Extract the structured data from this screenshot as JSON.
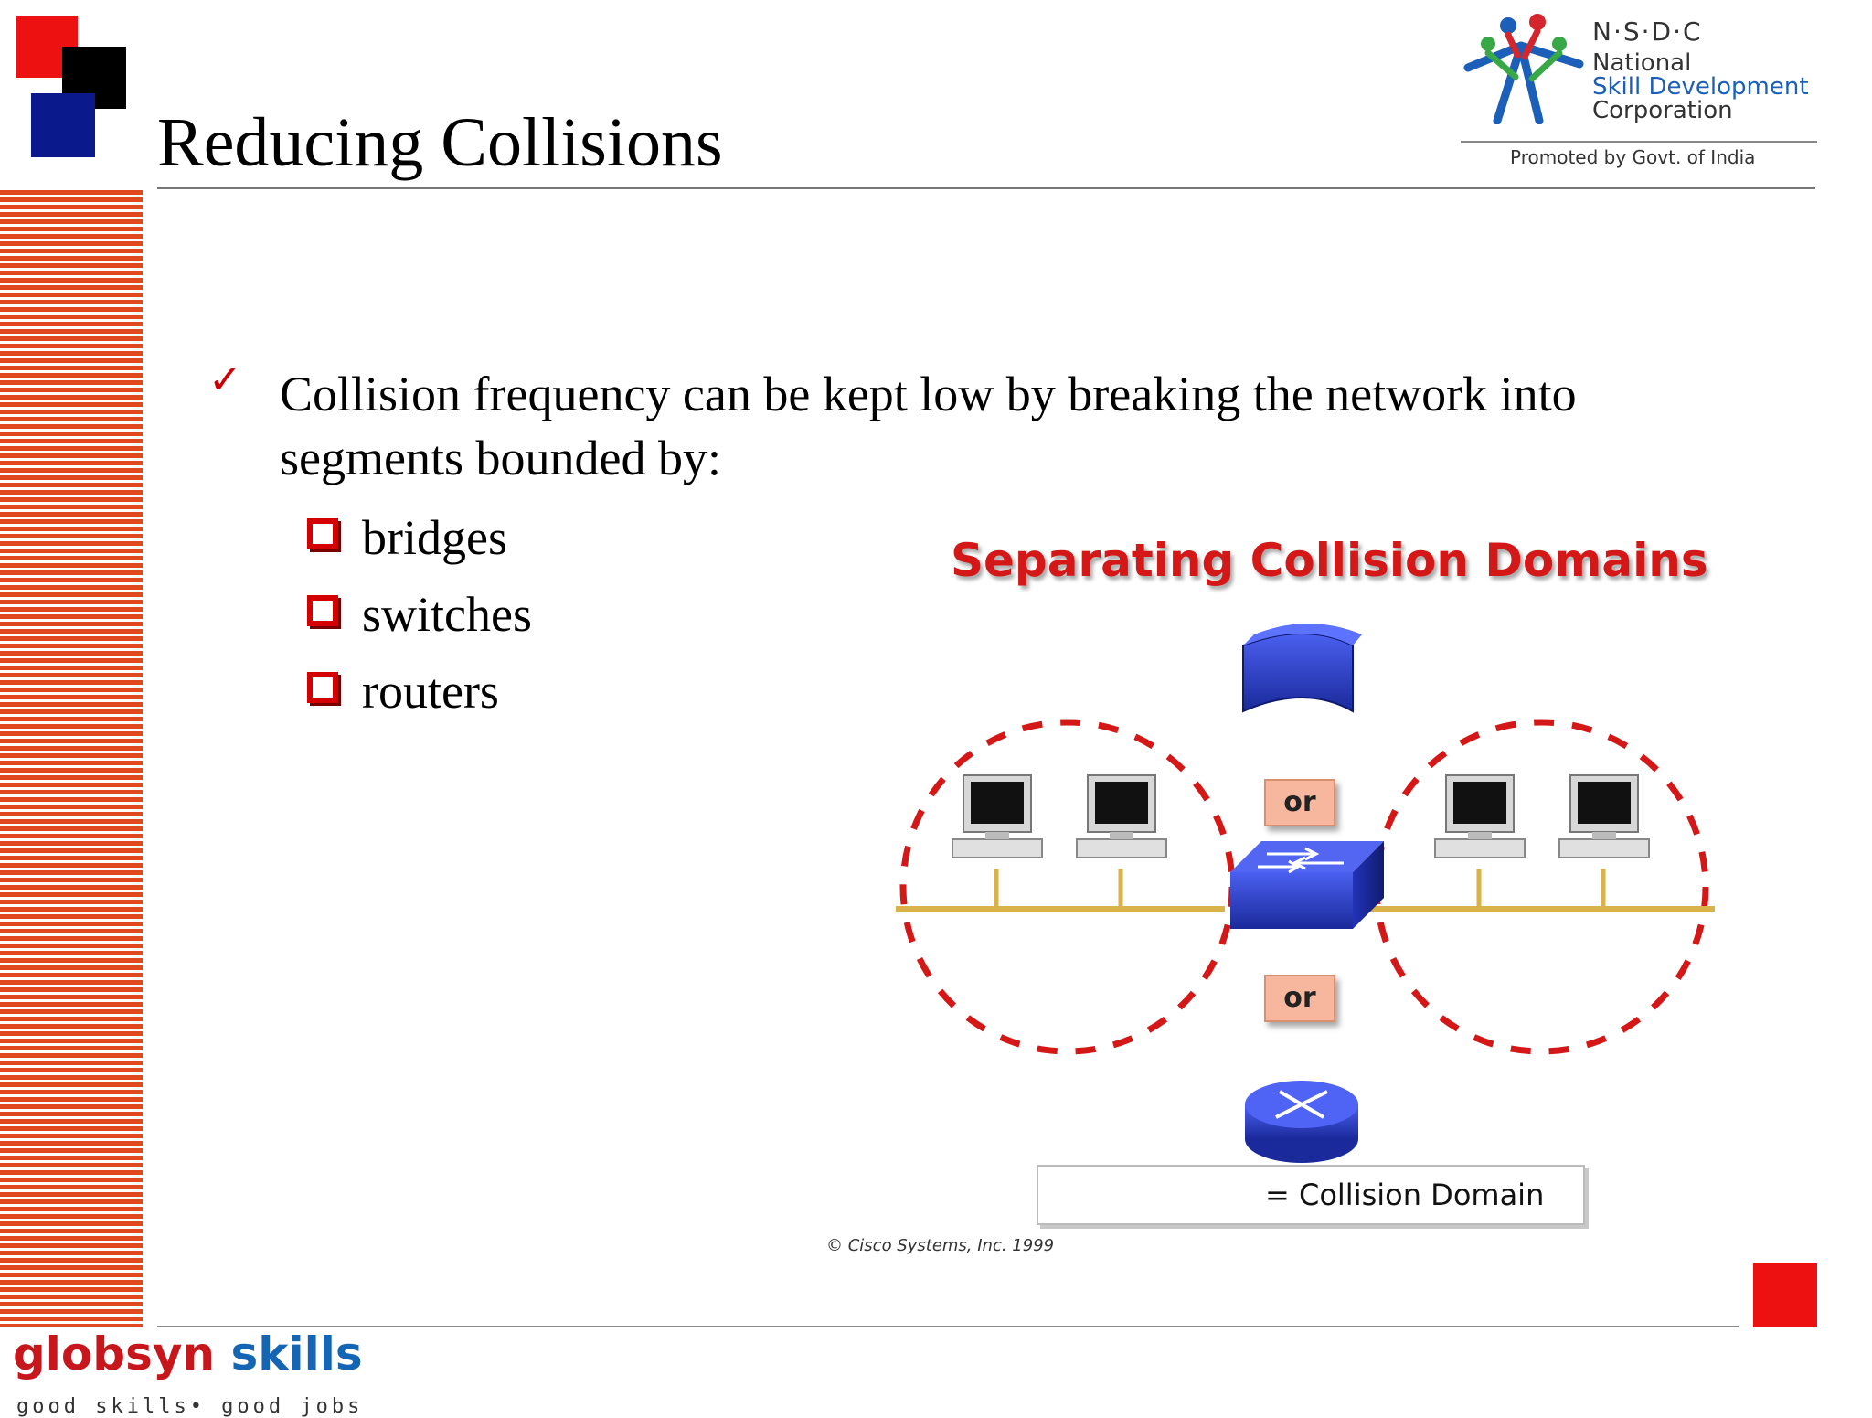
{
  "slide": {
    "title": "Reducing Collisions",
    "bullet": "Collision frequency can be kept low by breaking the network into segments bounded by:",
    "sub_items": [
      "bridges",
      "switches",
      "routers"
    ]
  },
  "nsdc_logo": {
    "abbr": "N·S·D·C",
    "line1": "National",
    "line2": "Skill Development",
    "line3": "Corporation",
    "promoted": "Promoted by Govt. of India"
  },
  "diagram": {
    "title": "Separating Collision Domains",
    "or_label_1": "or",
    "or_label_2": "or",
    "legend_text": "=  Collision Domain",
    "copyright": "© Cisco Systems, Inc. 1999"
  },
  "footer": {
    "brand_part1": "globsyn",
    "brand_part2": "skills",
    "tagline": "good skills• good jobs"
  },
  "colors": {
    "accent_red": "#ee1111",
    "stripe_orange": "#e0491e",
    "device_blue": "#2a3fd0",
    "bus_yellow": "#d9b24a"
  }
}
